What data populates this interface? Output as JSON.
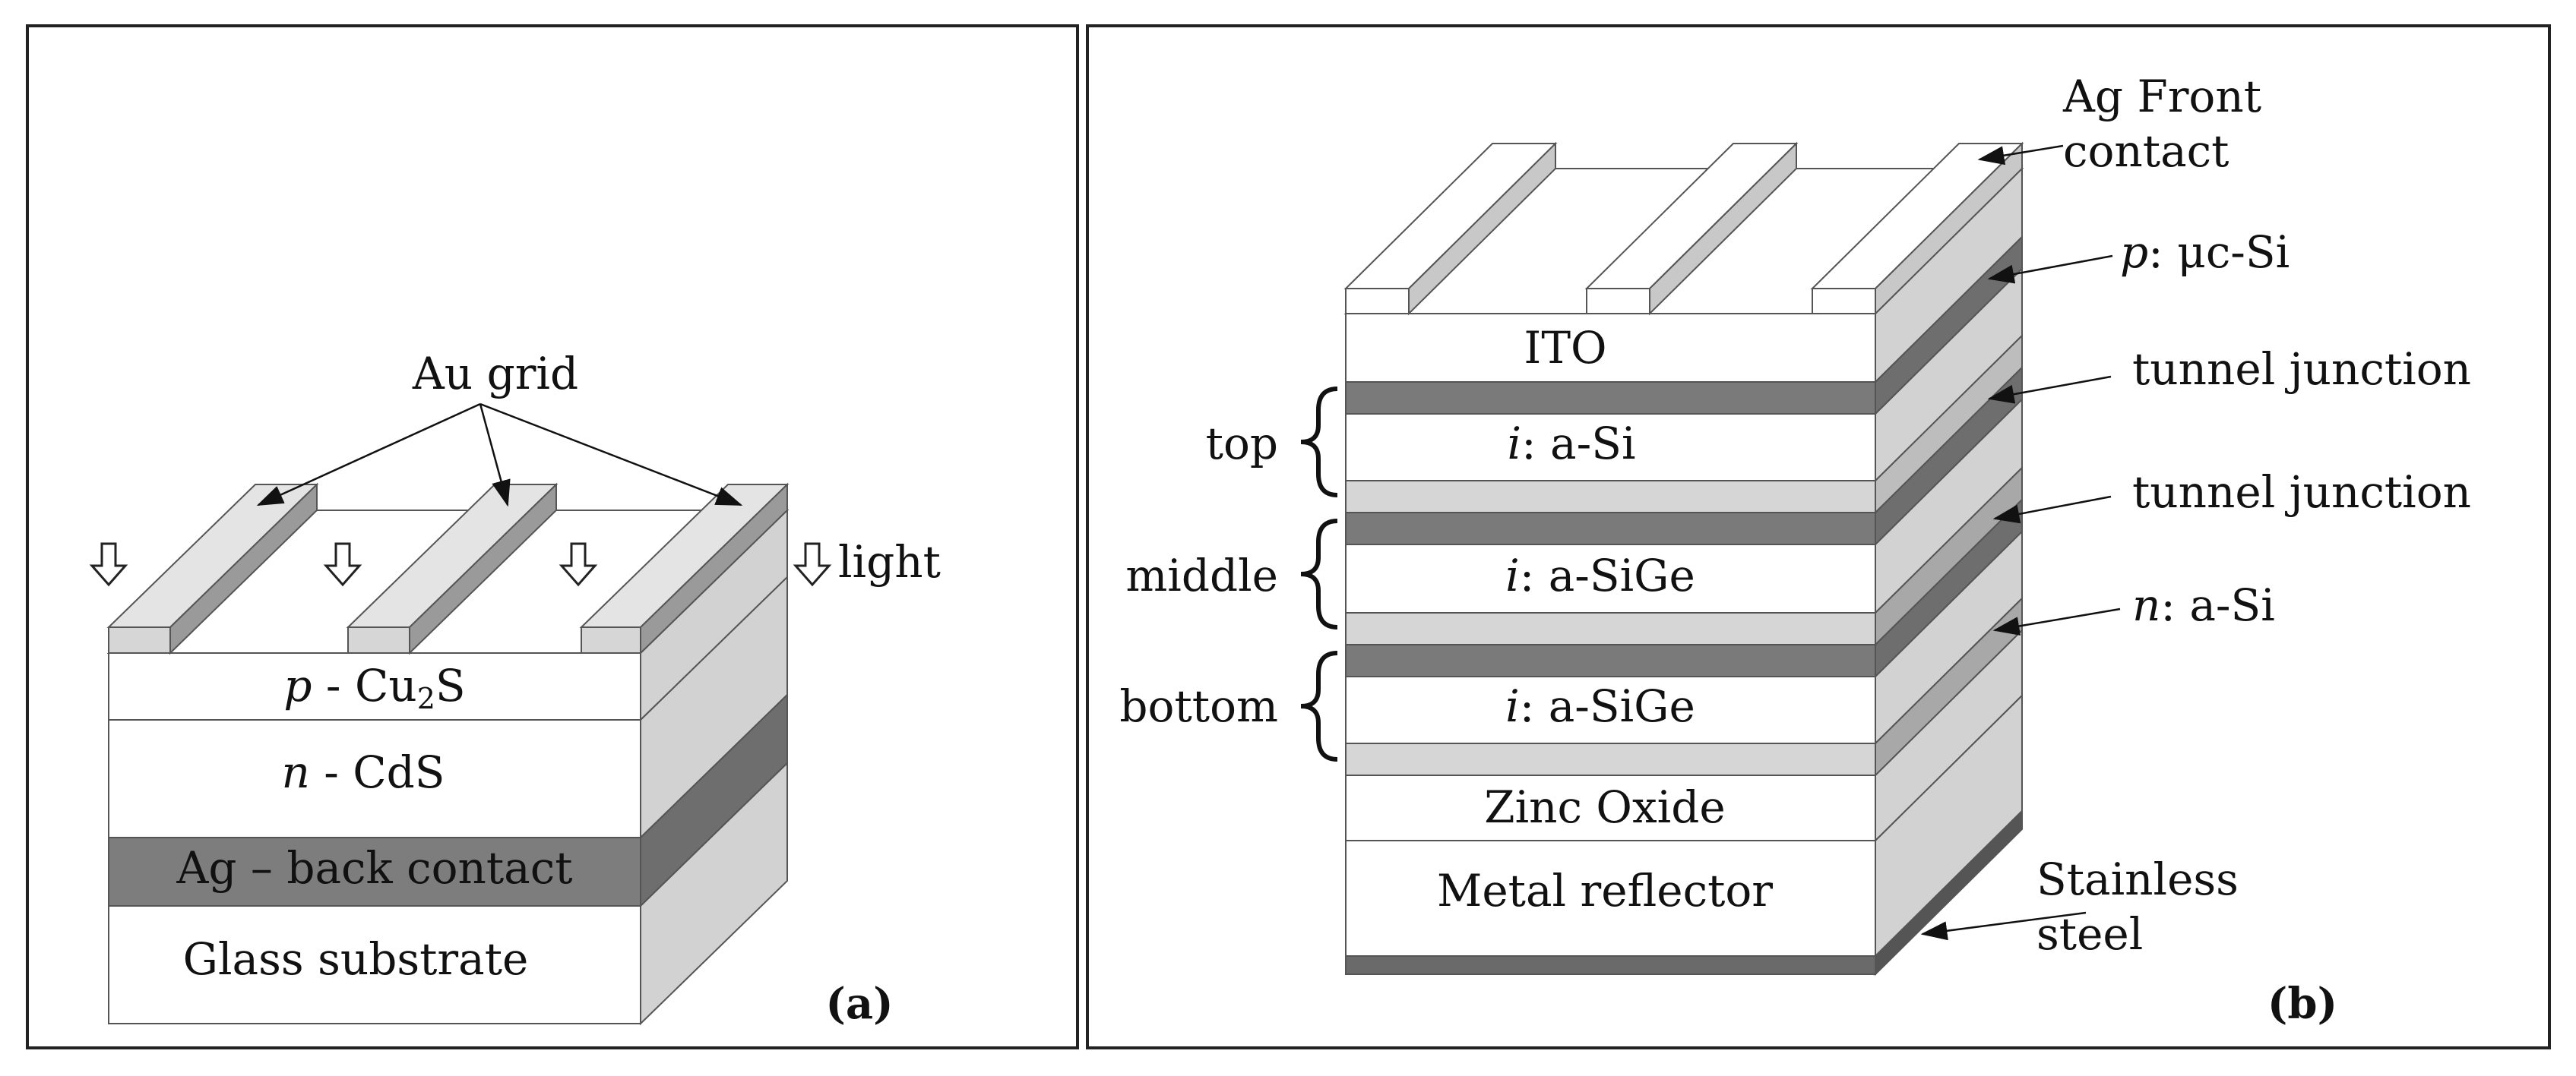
{
  "panel_a": {
    "tag": "(a)",
    "grid_label": "Au grid",
    "light_label": "light",
    "layers": [
      {
        "italic": "p",
        "rest": " - Cu",
        "sub": "2",
        "after": "S"
      },
      {
        "italic": "n",
        "rest": " - CdS",
        "sub": "",
        "after": ""
      },
      {
        "italic": "",
        "rest": "Ag – back contact",
        "sub": "",
        "after": ""
      },
      {
        "italic": "",
        "rest": "Glass substrate",
        "sub": "",
        "after": ""
      }
    ]
  },
  "panel_b": {
    "tag": "(b)",
    "layers": {
      "ito": "ITO",
      "i_top_italic": "i",
      "i_top_rest": ": a-Si",
      "i_mid_italic": "i",
      "i_mid_rest": ": a-SiGe",
      "i_bot_italic": "i",
      "i_bot_rest": ": a-SiGe",
      "zinc": "Zinc Oxide",
      "metal": "Metal reflector"
    },
    "cells": {
      "top": "top",
      "middle": "middle",
      "bottom": "bottom"
    },
    "callouts": {
      "ag_front_1": "Ag Front",
      "ag_front_2": "contact",
      "p_italic": "p",
      "p_rest": ": μc-Si",
      "tunnel_1": "tunnel junction",
      "tunnel_2": "tunnel junction",
      "n_italic": "n",
      "n_rest": ": a-Si",
      "stainless_1": "Stainless",
      "stainless_2": "steel"
    }
  },
  "colors": {
    "white": "#ffffff",
    "light_gray": "#d4d4d4",
    "side_gray": "#cfcfcf",
    "mid_gray": "#a8a8a8",
    "dark_gray": "#6e6e6e",
    "frame": "#222222"
  }
}
